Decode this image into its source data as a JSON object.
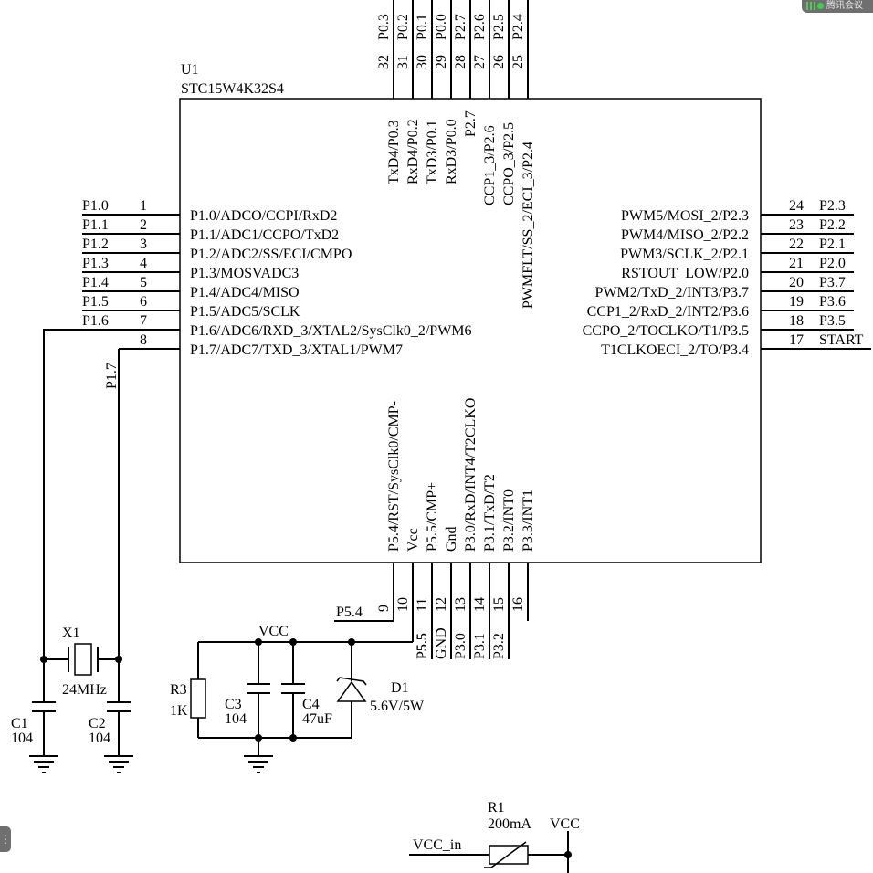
{
  "ui": {
    "tray_label": "腾讯会议",
    "side_tab_glyph": "⋮"
  },
  "ic": {
    "ref": "U1",
    "part": "STC15W4K32S4",
    "left_pins": [
      {
        "net": "P1.0",
        "num": "1",
        "func": "P1.0/ADCO/CCPI/RxD2"
      },
      {
        "net": "P1.1",
        "num": "2",
        "func": "P1.1/ADC1/CCPO/TxD2"
      },
      {
        "net": "P1.2",
        "num": "3",
        "func": "P1.2/ADC2/SS/ECI/CMPO"
      },
      {
        "net": "P1.3",
        "num": "4",
        "func": "P1.3/MOSVADC3"
      },
      {
        "net": "P1.4",
        "num": "5",
        "func": "P1.4/ADC4/MISO"
      },
      {
        "net": "P1.5",
        "num": "6",
        "func": "P1.5/ADC5/SCLK"
      },
      {
        "net": "P1.6",
        "num": "7",
        "func": "P1.6/ADC6/RXD_3/XTAL2/SysClk0_2/PWM6"
      },
      {
        "net": "P1.7",
        "num": "8",
        "func": "P1.7/ADC7/TXD_3/XTAL1/PWM7"
      }
    ],
    "right_pins": [
      {
        "num": "24",
        "net": "P2.3",
        "func": "PWM5/MOSI_2/P2.3"
      },
      {
        "num": "23",
        "net": "P2.2",
        "func": "PWM4/MISO_2/P2.2"
      },
      {
        "num": "22",
        "net": "P2.1",
        "func": "PWM3/SCLK_2/P2.1"
      },
      {
        "num": "21",
        "net": "P2.0",
        "func": "RSTOUT_LOW/P2.0"
      },
      {
        "num": "20",
        "net": "P3.7",
        "func": "PWM2/TxD_2/INT3/P3.7"
      },
      {
        "num": "19",
        "net": "P3.6",
        "func": "CCP1_2/RxD_2/INT2/P3.6"
      },
      {
        "num": "18",
        "net": "P3.5",
        "func": "CCPO_2/TOCLKO/T1/P3.5"
      },
      {
        "num": "17",
        "net": "START",
        "func": "T1CLKOECI_2/TO/P3.4"
      }
    ],
    "top_pins": [
      {
        "num": "32",
        "net": "P0.3",
        "func": "TxD4/P0.3"
      },
      {
        "num": "31",
        "net": "P0.2",
        "func": "RxD4/P0.2"
      },
      {
        "num": "30",
        "net": "P0.1",
        "func": "TxD3/P0.1"
      },
      {
        "num": "29",
        "net": "P0.0",
        "func": "RxD3/P0.0"
      },
      {
        "num": "28",
        "net": "P2.7",
        "func": "P2.7"
      },
      {
        "num": "27",
        "net": "P2.6",
        "func": "CCP1_3/P2.6"
      },
      {
        "num": "26",
        "net": "P2.5",
        "func": "CCPO_3/P2.5"
      },
      {
        "num": "25",
        "net": "P2.4",
        "func": "PWMFLT/SS_2/ECI_3/P2.4"
      }
    ],
    "bottom_pins": [
      {
        "num": "9",
        "net": "P5.4",
        "func": "P5.4/RST/SysClk0/CMP-"
      },
      {
        "num": "10",
        "net": "",
        "func": "Vcc"
      },
      {
        "num": "11",
        "net": "P5.5",
        "func": "P5.5/CMP+"
      },
      {
        "num": "12",
        "net": "GND",
        "func": "Gnd"
      },
      {
        "num": "13",
        "net": "P3.0",
        "func": "P3.0/RxD/INT4/T2CLKO"
      },
      {
        "num": "14",
        "net": "P3.1",
        "func": "P3.1/TxD/T2"
      },
      {
        "num": "15",
        "net": "P3.2",
        "func": "P3.2/INT0"
      },
      {
        "num": "16",
        "net": "",
        "func": "P3.3/INT1"
      }
    ]
  },
  "crystal": {
    "ref": "X1",
    "value": "24MHz"
  },
  "c1": {
    "ref": "C1",
    "value": "104"
  },
  "c2": {
    "ref": "C2",
    "value": "104"
  },
  "c3": {
    "ref": "C3",
    "value": "104"
  },
  "c4": {
    "ref": "C4",
    "value": "47uF"
  },
  "r3": {
    "ref": "R3",
    "value": "1K"
  },
  "d1": {
    "ref": "D1",
    "value": "5.6V/5W"
  },
  "r1": {
    "ref": "R1",
    "value": "200mA"
  },
  "nets": {
    "vcc_main": "VCC",
    "vcc_out": "VCC",
    "vcc_in": "VCC_in"
  }
}
